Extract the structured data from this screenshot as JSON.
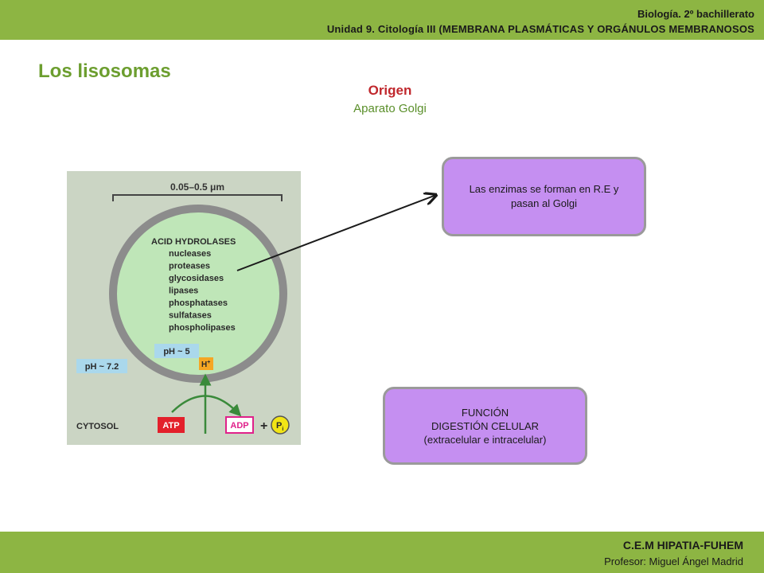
{
  "header": {
    "course": "Biología. 2º bachillerato",
    "unit": "Unidad 9. Citología III (MEMBRANA PLASMÁTICAS Y ORGÁNULOS MEMBRANOSOS"
  },
  "title": "Los lisosomas",
  "origin": {
    "title": "Origen",
    "subtitle": "Aparato Golgi"
  },
  "figure": {
    "size_label": "0.05–0.5 μm",
    "hydrolases_title": "ACID HYDROLASES",
    "enzymes": [
      "nucleases",
      "proteases",
      "glycosidases",
      "lipases",
      "phosphatases",
      "sulfatases",
      "phospholipases"
    ],
    "ph_inside": "pH ~ 5",
    "ph_outside": "pH ~ 7.2",
    "proton": "H",
    "proton_sup": "+",
    "cytosol": "CYTOSOL",
    "atp": "ATP",
    "adp": "ADP",
    "plus": "+",
    "pi": "P",
    "pi_sub": "i",
    "colors": {
      "background": "#cbd5c4",
      "lysosome_fill": "#bfe6b8",
      "membrane": "#8c8c8c",
      "ph_label": "#aad8ec",
      "proton": "#f5a623",
      "atp": "#e3202b",
      "adp_border": "#e0218a",
      "pi": "#f2e516",
      "arrow": "#3a8a3a"
    }
  },
  "enzymes_box": {
    "text": "Las enzimas se forman en  R.E y pasan al Golgi"
  },
  "function_box": {
    "line1": "FUNCIÓN",
    "line2": "DIGESTIÓN CELULAR",
    "line3": "(extracelular e intracelular)"
  },
  "footer": {
    "organization": "C.E.M HIPATIA-FUHEM",
    "professor": "Profesor: Miguel Ángel Madrid"
  },
  "colors": {
    "bar": "#8db543",
    "title": "#6c9e2f",
    "origin": "#c0282d",
    "box": "#c58ff1"
  }
}
